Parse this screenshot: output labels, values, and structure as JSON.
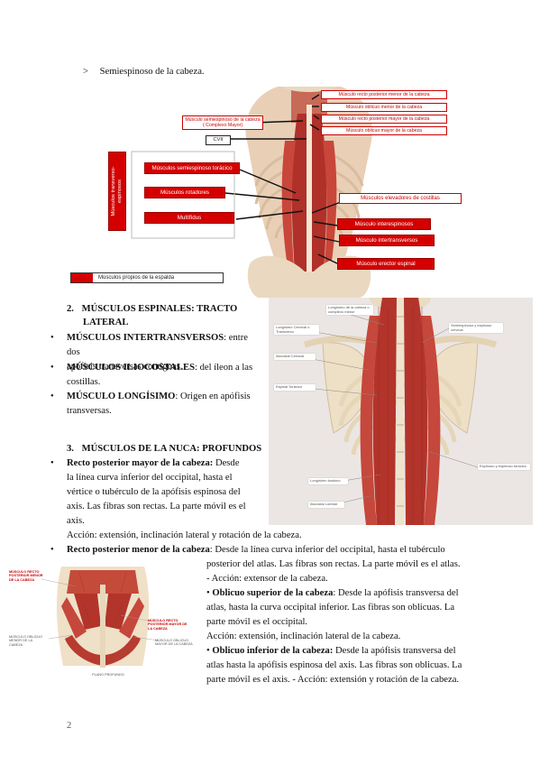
{
  "intro": {
    "marker": ">",
    "text": "Semiespinoso de la cabeza."
  },
  "fig1": {
    "labels": {
      "recto_menor": "Músculo recto posterior menor de la cabeza",
      "obliquo_menor": "Músculo oblicuo menor de la cabeza",
      "semiespinoso_cabeza": "Músculo semiespinoso de la cabeza ( Complexo Mayor)",
      "recto_mayor": "Músculo recto posterior mayor de la cabeza",
      "obliquo_mayor": "Músculo oblicuo mayor de la cabeza",
      "cvii": "CVII",
      "side_label": "Músculos transverso-espinosos",
      "semiespinoso_toracico": "Músculos semiespinoso torácico",
      "rotadores": "Músculos rotadores",
      "multifidus": "Multífidus",
      "elevadores": "Músculos elevadores de costillas",
      "interespinosos": "Músculo interespinosos",
      "intertransversos": "Músculo intertransversos",
      "erector": "Músculo erector espinal",
      "legend": "Músculos propios de la espalda"
    }
  },
  "section2": {
    "heading_num": "2.",
    "heading_line1": "MÚSCULOS ESPINALES: TRACTO",
    "heading_line2": "LATERAL",
    "items": [
      {
        "bold": "MÚSCULOS INTERTRANSVERSOS",
        "rest": ": entre dos",
        "line2": "apófisis transversas contiguas."
      },
      {
        "bold": "MÚSCULOS ILIOCOSTALES",
        "rest": ": del íleon a las",
        "line2": "costillas."
      },
      {
        "bold": "MÚSCULO LONGÍSIMO",
        "rest": ": Origen en apófisis",
        "line2": "transversas."
      }
    ]
  },
  "fig2": {
    "labels": {
      "longissimus_capitis": "Longísimo de la cabeza o complexo menor",
      "longissimus_cervical": "Longísimo Cervical o Transverso",
      "espinoso": "Semiespinoso y espinoso cervical",
      "iliocostal_cervical": "Iliocostal Cervical",
      "espinal_toracico": "Espinal Torácico",
      "espinal_toracico2": "Espinoso y espinoso torácico",
      "longisimo_toracico": "Longísimo torácico",
      "iliocostal_lumbar": "Iliocostal Lumbar"
    }
  },
  "section3": {
    "heading_num": "3.",
    "heading": "MÚSCULOS DE LA NUCA: PROFUNDOS",
    "item1": {
      "bold": "Recto posterior mayor de la cabeza:",
      "line1": " Desde",
      "line2": "la línea curva inferior del occipital, hasta el",
      "line3": "vértice o tubérculo de la apófisis espinosa del",
      "line4": "axis. Las fibras son rectas. La parte móvil es el",
      "line5": "axis.",
      "accion": "Acción: extensión, inclinación lateral y rotación de la cabeza."
    },
    "item2": {
      "bold": "Recto posterior menor de la cabeza",
      "line1": ": Desde la línea curva inferior del occipital, hasta el tubérculo",
      "line2": "posterior del atlas. Las fibras son rectas. La parte móvil es el atlas.",
      "line3": "- Acción: extensor de la cabeza."
    },
    "item3": {
      "bullet": "•",
      "bold": "Oblicuo superior de la cabeza",
      "line1": ": Desde la apófisis transversa del",
      "line2": "atlas, hasta la curva occipital inferior. Las fibras son oblicuas. La",
      "line3": "parte móvil es el occipital.",
      "line4": "Acción: extensión, inclinación lateral de la cabeza."
    },
    "item4": {
      "bullet": "•",
      "bold": "Oblicuo inferior de la cabeza:",
      "line1": " Desde la apófisis transversa del",
      "line2": "atlas hasta la apófisis espinosa del axis. Las fibras son oblicuas. La",
      "line3": "parte móvil es el axis. - Acción: extensión y rotación de la cabeza."
    }
  },
  "fig3": {
    "labels": {
      "recto_menor": "MÚSCULO RECTO POSTERIOR MENOR DE LA CABEZA",
      "recto_mayor": "MÚSCULO RECTO POSTERIOR MAYOR DE LA CABEZA",
      "oblicuo_menor": "MÚSCULO OBLICUO MENOR DE LA CABEZA",
      "oblicuo_mayor": "MÚSCULO OBLICUO MAYOR DE LA CABEZA",
      "plano": "PLANO PROFUNDO"
    }
  },
  "page_number": "2",
  "colors": {
    "accent_red": "#d40000",
    "muscle": "#b0302a",
    "bone": "#ead9c0"
  }
}
